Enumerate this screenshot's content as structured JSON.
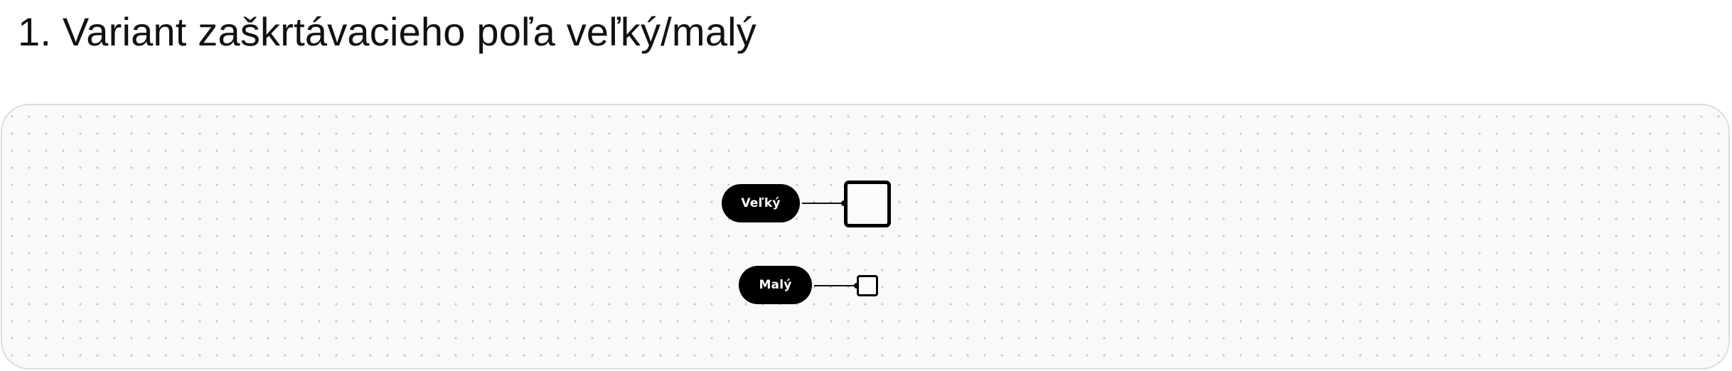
{
  "page": {
    "title": "1. Variant zaškrtávacieho poľa veľký/malý"
  },
  "diagram": {
    "variants": [
      {
        "label": "Veľký",
        "size": "large",
        "checked": false
      },
      {
        "label": "Malý",
        "size": "small",
        "checked": false
      }
    ]
  },
  "colors": {
    "pill_background": "#000000",
    "pill_text": "#ffffff",
    "canvas_background": "#f9f9f9",
    "canvas_border": "#dcdcdc",
    "grid_dot": "#c7c7c7"
  }
}
